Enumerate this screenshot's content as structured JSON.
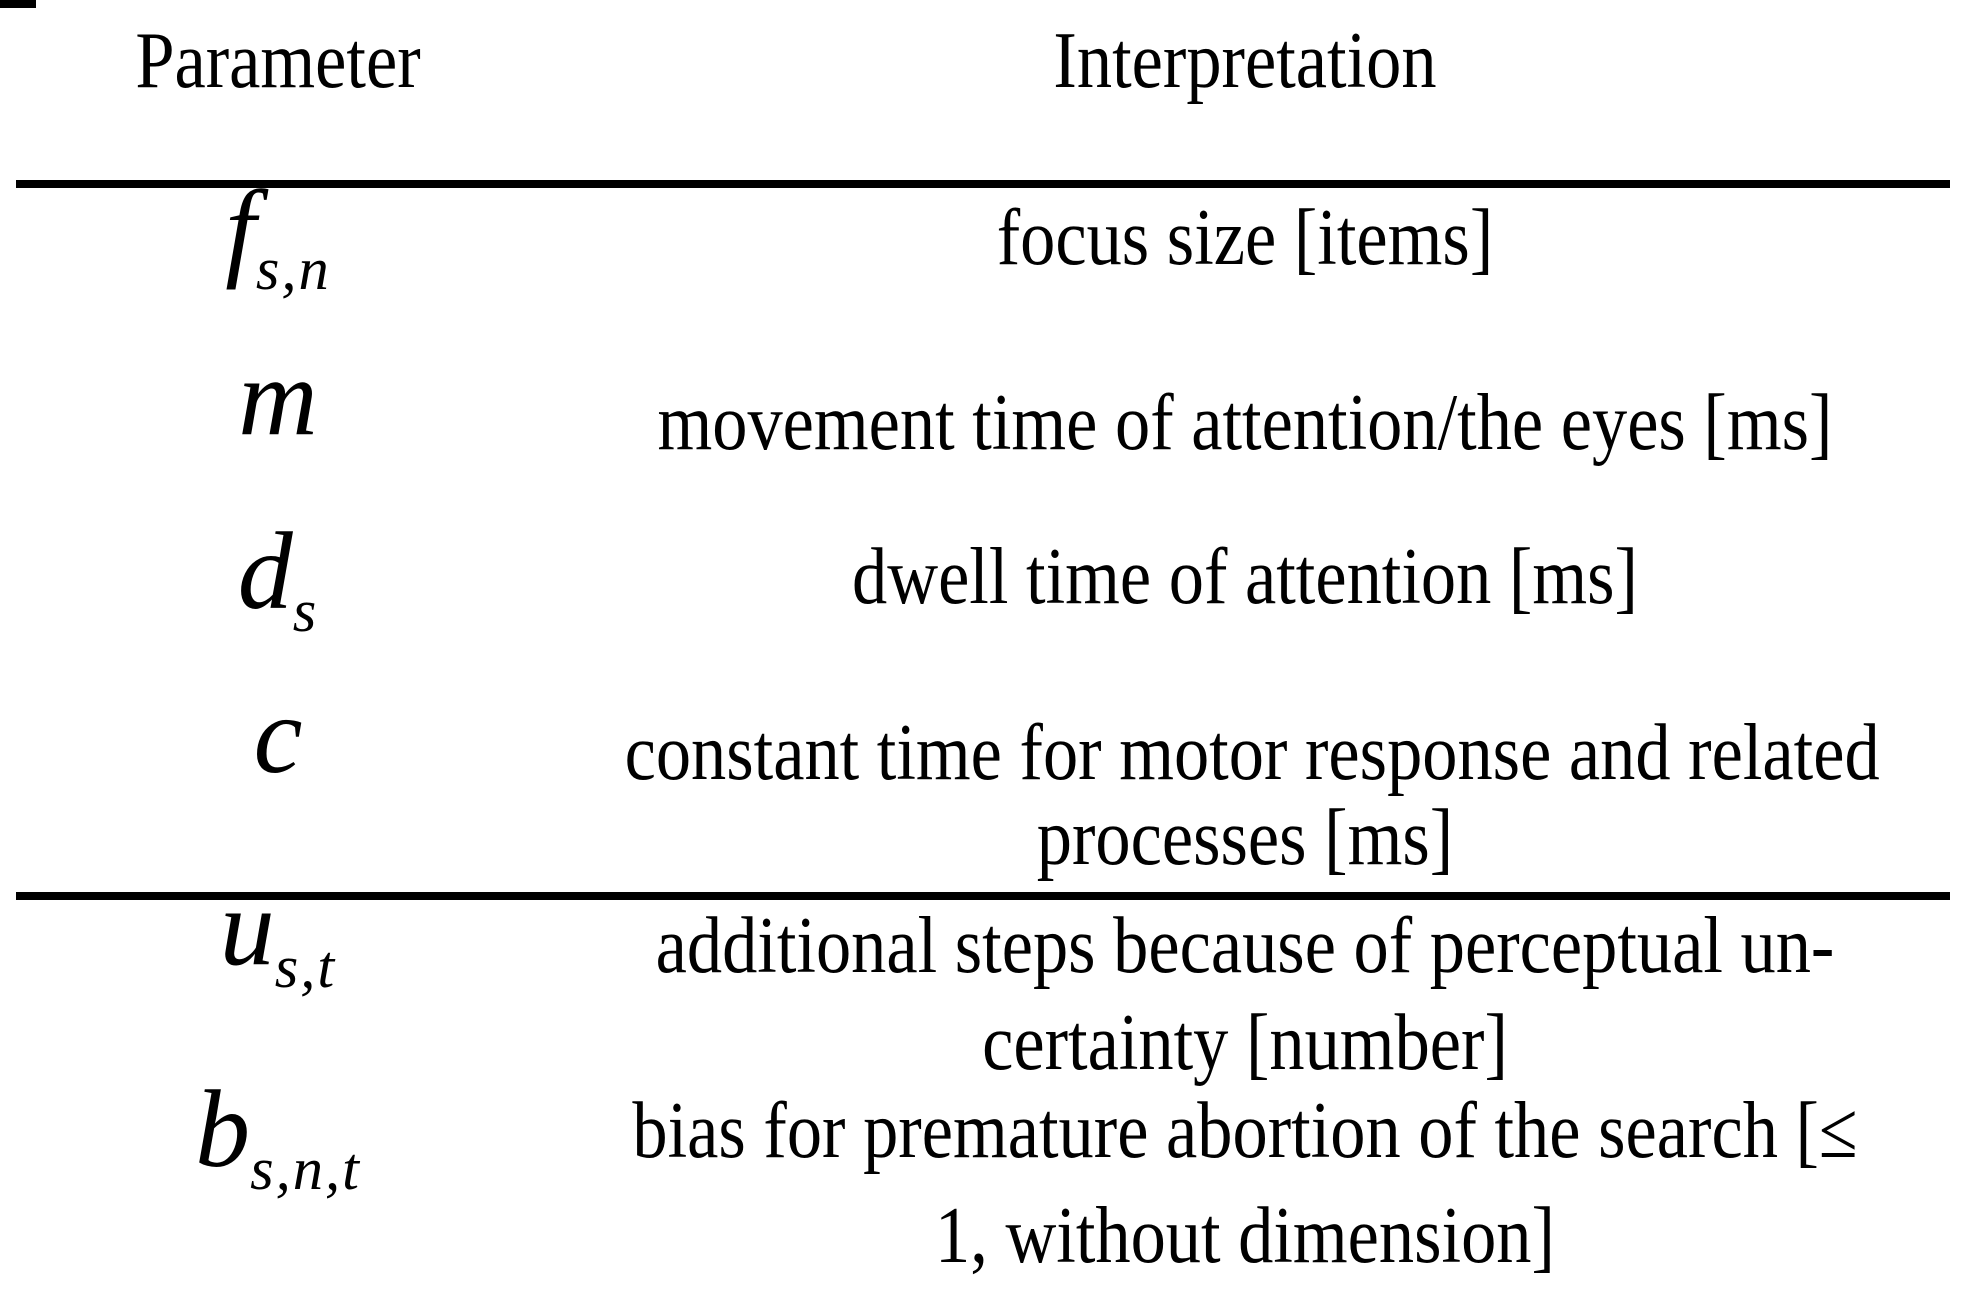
{
  "table": {
    "headers": {
      "parameter": "Parameter",
      "interpretation": "Interpretation"
    },
    "rows": [
      {
        "symbol": "f",
        "subscript": "s,n",
        "lines": [
          "focus size [items]"
        ]
      },
      {
        "symbol": "m",
        "subscript": "",
        "lines": [
          "movement time of attention/the eyes [ms]"
        ]
      },
      {
        "symbol": "d",
        "subscript": "s",
        "lines": [
          "dwell time of attention [ms]"
        ]
      },
      {
        "symbol": "c",
        "subscript": "",
        "lines": [
          "constant time for motor response and related",
          "processes [ms]"
        ]
      },
      {
        "symbol": "u",
        "subscript": "s,t",
        "lines": [
          "additional steps because of perceptual un-",
          "certainty [number]"
        ]
      },
      {
        "symbol": "b",
        "subscript": "s,n,t",
        "lines": [
          "bias for premature abortion of the search [≤",
          "1, without dimension]"
        ]
      }
    ],
    "colors": {
      "background": "#ffffff",
      "text": "#000000",
      "rule": "#000000"
    }
  }
}
